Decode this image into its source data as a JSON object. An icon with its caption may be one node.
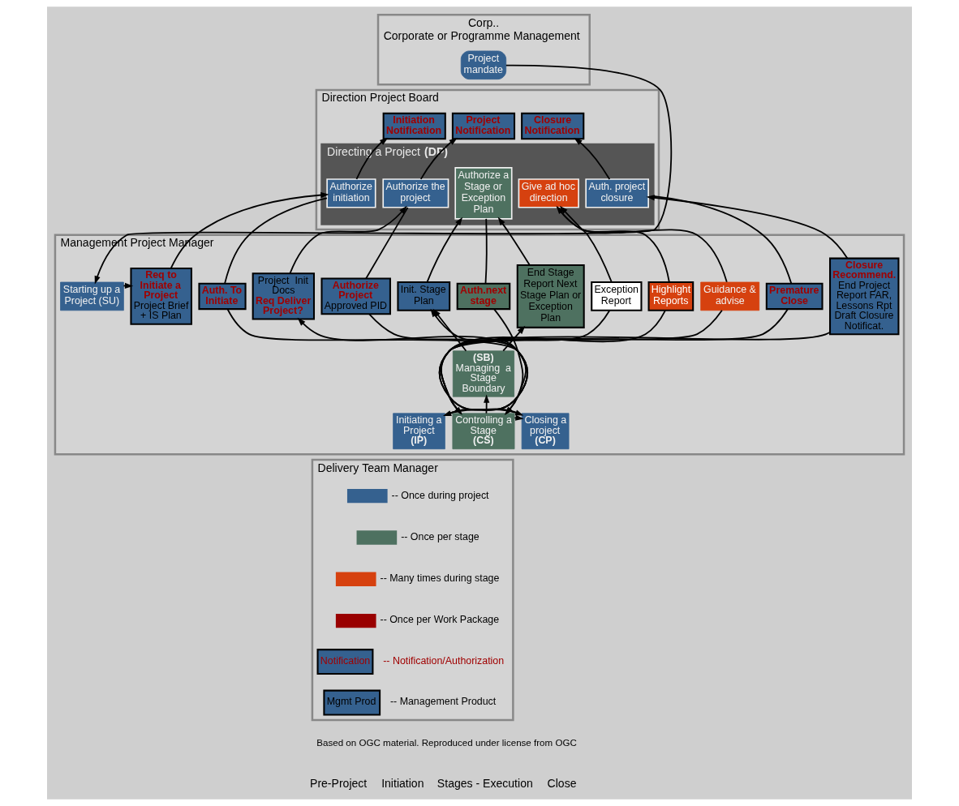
{
  "diagram": {
    "nodes": [
      {
        "text": [
          "Corp..",
          "Corporate or Programme Management"
        ]
      },
      {
        "text": [
          "Project mandate"
        ],
        "in": 0
      },
      {
        "text": [
          "Direction Project Board"
        ]
      },
      {
        "text": [
          "Initiation Notification"
        ],
        "in": 2
      },
      {
        "text": [
          "Project Notification"
        ],
        "in": 2
      },
      {
        "text": [
          "Closure Notification"
        ],
        "in": 2
      },
      {
        "text": [
          "Directing a Project **(DP)**"
        ],
        "in": 2
      },
      {
        "text": [
          "Authorize initiation"
        ],
        "in": 6
      },
      {
        "text": [
          "Authorize the project"
        ],
        "in": 6
      },
      {
        "text": [
          "Authorize a Stage or Exception Plan"
        ],
        "in": 6
      },
      {
        "text": [
          "Give ad hoc direction"
        ],
        "in": 6
      },
      {
        "text": [
          "Auth. project closure"
        ],
        "in": 6
      },
      {
        "text": [
          "Management Project Manager"
        ]
      },
      {
        "text": [
          "Starting up a Project (SU)"
        ],
        "in": 12
      },
      {
        "text": [
          "Req to Initiate a Project",
          "Project Brief + IS Plan"
        ],
        "in": 12
      },
      {
        "text": [
          "Auth. To Initiate"
        ],
        "in": 12
      },
      {
        "text": [
          "Project  Init  Docs",
          "Req Deliver Project?"
        ],
        "in": 12
      },
      {
        "text": [
          "Authorize Project",
          "Approved PID"
        ],
        "in": 12
      },
      {
        "text": [
          "Init. Stage Plan"
        ],
        "in": 12
      },
      {
        "text": [
          "Auth.next stage"
        ],
        "in": 12
      },
      {
        "text": [
          "End Stage Report Next Stage Plan or Exception Plan"
        ],
        "in": 12
      },
      {
        "text": [
          "**(SB)** Managing  a Stage Boundary"
        ],
        "in": 12
      },
      {
        "text": [
          "Exception Report"
        ],
        "in": 12
      },
      {
        "text": [
          "Highlight Reports"
        ],
        "in": 12
      },
      {
        "text": [
          "Guidance & advise"
        ],
        "in": 12
      },
      {
        "text": [
          "Premature Close"
        ],
        "in": 12
      },
      {
        "text": [
          "Closure Recommend.",
          "End Project Report FAR, Lessons Rpt Draft Closure Notificat."
        ],
        "in": 12
      },
      {
        "text": [
          "Initiating a Project **(IP)**"
        ],
        "in": 12
      },
      {
        "text": [
          "Controlling a Stage **(CS)**"
        ],
        "in": 12
      },
      {
        "text": [
          "Closing a project **(CP)**"
        ],
        "in": 12
      },
      {
        "text": [
          "Delivery Team Manager"
        ]
      }
    ],
    "edges": [
      {
        "from": 1,
        "to": 13,
        "arrow": "to"
      },
      {
        "from": 13,
        "to": 14,
        "arrow": "to"
      },
      {
        "from": 14,
        "to": 7,
        "arrow": "to"
      },
      {
        "from": 7,
        "to": 3,
        "arrow": "to"
      },
      {
        "from": 7,
        "to": 15,
        "arrow": "none"
      },
      {
        "from": 15,
        "to": 27,
        "arrow": "to"
      },
      {
        "from": 27,
        "to": 16,
        "arrow": "to"
      },
      {
        "from": 16,
        "to": 8,
        "arrow": "to"
      },
      {
        "from": 8,
        "to": 4,
        "arrow": "to"
      },
      {
        "from": 8,
        "to": 17,
        "arrow": "none"
      },
      {
        "from": 17,
        "to": 28,
        "arrow": "to"
      },
      {
        "from": 27,
        "to": 18,
        "arrow": "to"
      },
      {
        "from": 21,
        "to": 18,
        "arrow": "to"
      },
      {
        "from": 18,
        "to": 9,
        "arrow": "to"
      },
      {
        "from": 9,
        "to": 19,
        "arrow": "none"
      },
      {
        "from": 19,
        "to": 28,
        "arrow": "to"
      },
      {
        "from": 28,
        "to": 21,
        "arrow": "to"
      },
      {
        "from": 21,
        "to": 20,
        "arrow": "to"
      },
      {
        "from": 20,
        "to": 9,
        "arrow": "to"
      },
      {
        "from": 28,
        "to": 22,
        "arrow": "none"
      },
      {
        "from": 22,
        "to": 10,
        "arrow": "to"
      },
      {
        "from": 28,
        "to": 23,
        "arrow": "none"
      },
      {
        "from": 23,
        "to": 10,
        "arrow": "to"
      },
      {
        "from": 10,
        "to": 24,
        "arrow": "none"
      },
      {
        "from": 24,
        "to": 28,
        "arrow": "to"
      },
      {
        "from": 6,
        "to": 25,
        "arrow": "none"
      },
      {
        "from": 25,
        "to": 29,
        "arrow": "to"
      },
      {
        "from": 28,
        "to": 29,
        "arrow": "to",
        "style": "dashed"
      },
      {
        "from": 29,
        "to": 26,
        "arrow": "none"
      },
      {
        "from": 26,
        "to": 11,
        "arrow": "to"
      },
      {
        "from": 11,
        "to": 5,
        "arrow": "to"
      }
    ],
    "labels": [
      "Notification",
      "Mgmt Prod",
      "Based on OGC material. Reproduced under license from OGC",
      "Pre-Project",
      "Initiation",
      "Stages - Execution",
      "Close"
    ],
    "legend": [
      {
        "text": "-- Once during project",
        "color": "#35618f"
      },
      {
        "text": "-- Once per stage",
        "color": "#4e7160"
      },
      {
        "text": "-- Many times during stage",
        "color": "#d6410f"
      },
      {
        "text": "-- Once per Work Package",
        "color": "#990000"
      },
      {
        "text": "-- Notification/Authorization"
      },
      {
        "text": "-- Management Product"
      }
    ]
  }
}
